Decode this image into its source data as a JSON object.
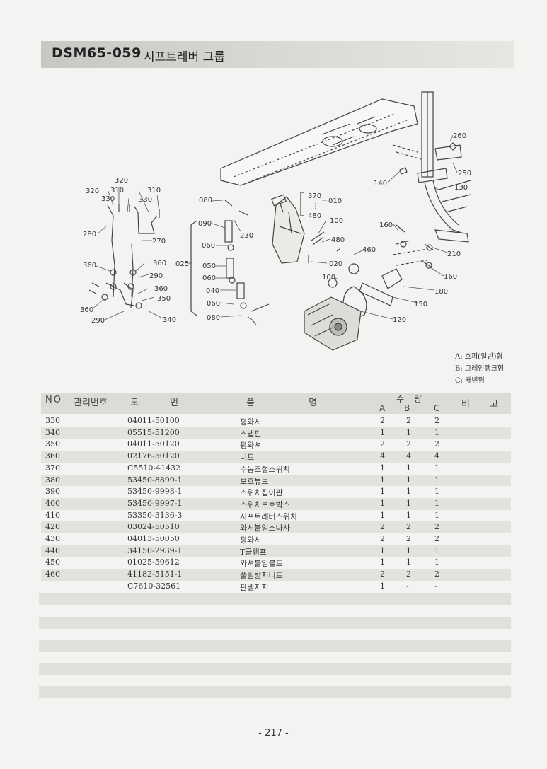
{
  "header": {
    "code": "DSM65-059",
    "title": "시프트레버 그룹"
  },
  "legend": [
    "A: 호퍼(일반)형",
    "B: 그레인탱크형",
    "C: 캐빈형"
  ],
  "table": {
    "headers": {
      "no": "NO",
      "mgmt": "관리번호",
      "drawing": "도 번",
      "name": "품 명",
      "qty": "수 량",
      "a": "A",
      "b": "B",
      "c": "C",
      "remarks": "비 고"
    },
    "rows": [
      {
        "no": "330",
        "drawing": "04011-50100",
        "name": "평와셔",
        "a": "2",
        "b": "2",
        "c": "2"
      },
      {
        "no": "340",
        "drawing": "05515-51200",
        "name": "스냅핀",
        "a": "1",
        "b": "1",
        "c": "1"
      },
      {
        "no": "350",
        "drawing": "04011-50120",
        "name": "평와셔",
        "a": "2",
        "b": "2",
        "c": "2"
      },
      {
        "no": "360",
        "drawing": "02176-50120",
        "name": "너트",
        "a": "4",
        "b": "4",
        "c": "4"
      },
      {
        "no": "370",
        "drawing": "C5510-41432",
        "name": "수동조절스위치",
        "a": "1",
        "b": "1",
        "c": "1"
      },
      {
        "no": "380",
        "drawing": "53450-8899-1",
        "name": "보호튜브",
        "a": "1",
        "b": "1",
        "c": "1"
      },
      {
        "no": "390",
        "drawing": "53450-9998-1",
        "name": "스위치집이판",
        "a": "1",
        "b": "1",
        "c": "1"
      },
      {
        "no": "400",
        "drawing": "53450-9997-1",
        "name": "스위치보호박스",
        "a": "1",
        "b": "1",
        "c": "1"
      },
      {
        "no": "410",
        "drawing": "53350-3136-3",
        "name": "시프트레버스위치",
        "a": "1",
        "b": "1",
        "c": "1"
      },
      {
        "no": "420",
        "drawing": "03024-50510",
        "name": "와셔붙임소나사",
        "a": "2",
        "b": "2",
        "c": "2"
      },
      {
        "no": "430",
        "drawing": "04013-50050",
        "name": "평와셔",
        "a": "2",
        "b": "2",
        "c": "2"
      },
      {
        "no": "440",
        "drawing": "34150-2939-1",
        "name": "T클램프",
        "a": "1",
        "b": "1",
        "c": "1"
      },
      {
        "no": "450",
        "drawing": "01025-50612",
        "name": "와셔붙임볼트",
        "a": "1",
        "b": "1",
        "c": "1"
      },
      {
        "no": "460",
        "drawing": "41182-5151-1",
        "name": "풀림방지너트",
        "a": "2",
        "b": "2",
        "c": "2"
      },
      {
        "no": "",
        "drawing": "C7610-32561",
        "name": "판넬지지",
        "a": "1",
        "b": "-",
        "c": "-"
      }
    ]
  },
  "diagram_labels": [
    "320",
    "310",
    "310",
    "320",
    "330",
    "330",
    "280",
    "270",
    "360",
    "360",
    "290",
    "360",
    "350",
    "360",
    "290",
    "340",
    "080",
    "090",
    "230",
    "060",
    "025",
    "050",
    "060",
    "040",
    "060",
    "080",
    "370",
    "⋮",
    "480",
    "010",
    "100",
    "480",
    "020",
    "100",
    "460",
    "160",
    "210",
    "160",
    "180",
    "150",
    "120",
    "140",
    "130",
    "250",
    "260"
  ],
  "page_number": "- 217 -"
}
